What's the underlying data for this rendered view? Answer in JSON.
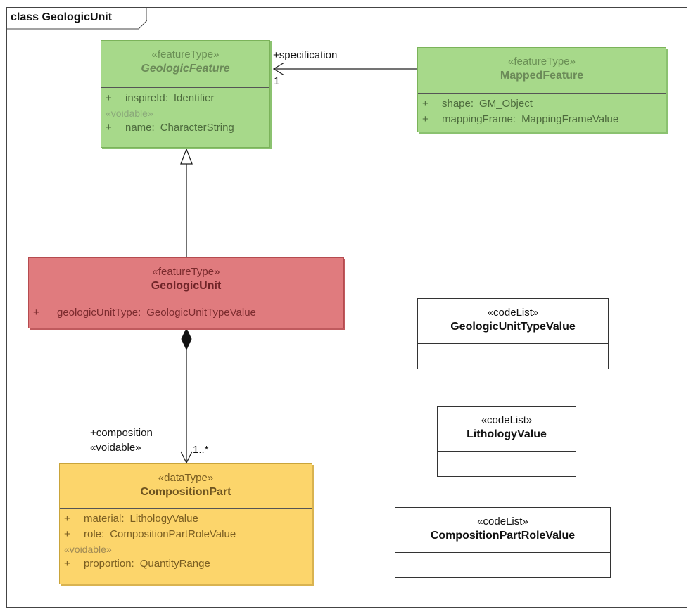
{
  "frame": {
    "title": "class GeologicUnit"
  },
  "classes": {
    "geologic_feature": {
      "stereotype": "«featureType»",
      "name": "GeologicFeature",
      "attrs": [
        {
          "visibility": "+",
          "name": "inspireId",
          "type": "Identifier"
        }
      ],
      "voidable_label": "«voidable»",
      "voidable_attrs": [
        {
          "visibility": "+",
          "name": "name",
          "type": "CharacterString"
        }
      ]
    },
    "mapped_feature": {
      "stereotype": "«featureType»",
      "name": "MappedFeature",
      "attrs": [
        {
          "visibility": "+",
          "name": "shape",
          "type": "GM_Object"
        },
        {
          "visibility": "+",
          "name": "mappingFrame",
          "type": "MappingFrameValue"
        }
      ]
    },
    "geologic_unit": {
      "stereotype": "«featureType»",
      "name": "GeologicUnit",
      "attrs": [
        {
          "visibility": "+",
          "name": "geologicUnitType",
          "type": "GeologicUnitTypeValue"
        }
      ]
    },
    "composition_part": {
      "stereotype": "«dataType»",
      "name": "CompositionPart",
      "attrs": [
        {
          "visibility": "+",
          "name": "material",
          "type": "LithologyValue"
        },
        {
          "visibility": "+",
          "name": "role",
          "type": "CompositionPartRoleValue"
        }
      ],
      "voidable_label": "«voidable»",
      "voidable_attrs": [
        {
          "visibility": "+",
          "name": "proportion",
          "type": "QuantityRange"
        }
      ]
    },
    "geologic_unit_type_value": {
      "stereotype": "«codeList»",
      "name": "GeologicUnitTypeValue"
    },
    "lithology_value": {
      "stereotype": "«codeList»",
      "name": "LithologyValue"
    },
    "composition_part_role_value": {
      "stereotype": "«codeList»",
      "name": "CompositionPartRoleValue"
    }
  },
  "associations": {
    "specification": {
      "role": "+specification",
      "multiplicity": "1"
    },
    "composition": {
      "role": "+composition",
      "stereotype": "«voidable»",
      "multiplicity": "1..*"
    }
  }
}
